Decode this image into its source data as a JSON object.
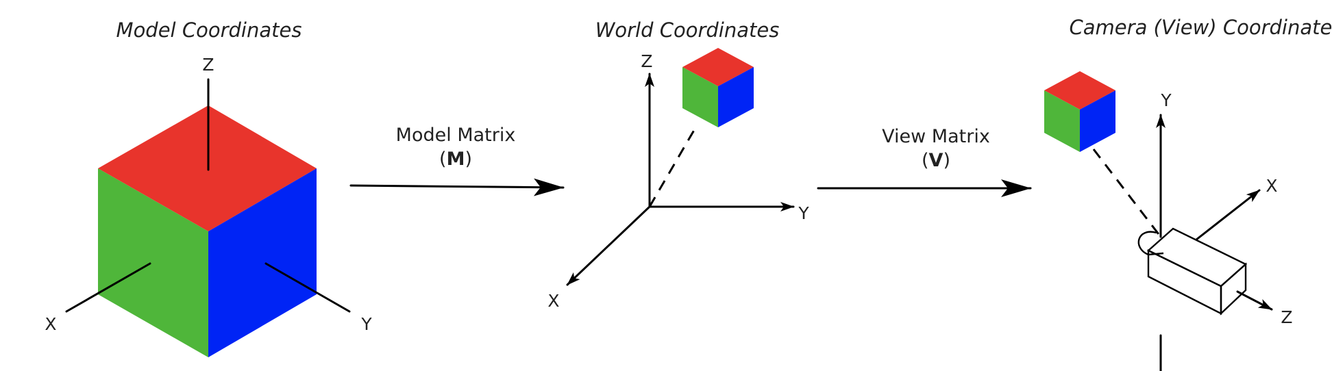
{
  "stages": [
    {
      "title": "Model Coordinates",
      "axes": {
        "x": "X",
        "y": "Y",
        "z": "Z"
      }
    },
    {
      "title": "World Coordinates",
      "axes": {
        "x": "X",
        "y": "Y",
        "z": "Z"
      }
    },
    {
      "title": "Camera (View) Coordinates",
      "axes": {
        "x": "X",
        "y": "Y",
        "z": "Z"
      }
    }
  ],
  "transforms": [
    {
      "name": "Model Matrix",
      "open": "(",
      "symbol": "M",
      "close": ")"
    },
    {
      "name": "View Matrix",
      "open": "(",
      "symbol": "V",
      "close": ")"
    }
  ],
  "colors": {
    "top_face": "#e8342c",
    "left_face": "#4fb63a",
    "right_face": "#0024f5"
  }
}
